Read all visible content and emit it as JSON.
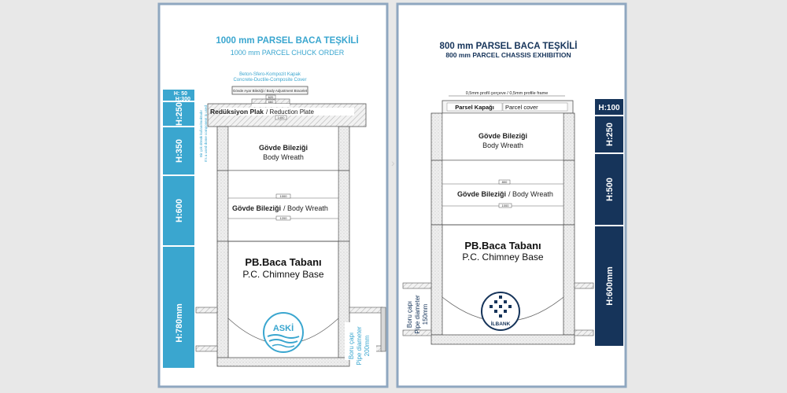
{
  "left": {
    "title": "1000 mm PARSEL BACA TEŞKİLİ",
    "subtitle": "1000 mm PARCEL CHUCK ORDER",
    "cover_label_tr": "Beton-Sfero-Kompozit Kapak",
    "cover_label_en": "Concrete-Ductile-Composite Cover",
    "adjuster_label": "Gövde Ayar Bileziği / Body Adjustment Bracelet",
    "dim_620": "620",
    "dim_660": "660",
    "reduction_plate_label": "Redüksiyon Plak",
    "reduction_plate_en": "/ Reduction Plate",
    "dim_1400": "1400",
    "body_ring_1": "Gövde Bileziği",
    "body_ring_1_en": "Body Wreath",
    "dim_1000": "1000",
    "body_ring_2": "Gövde Bileziği",
    "body_ring_2_en": "/ Body Wreath",
    "dim_1200": "1200",
    "base_tr": "PB.Baca Tabanı",
    "base_en": "P.C. Chimney Base",
    "side_note_tr": "Bir çok dönük kullanılmaktadır",
    "side_note_en": "It's a used dome component is used",
    "pipe_tr": "Boru çapı",
    "pipe_en": "Pipe diameter",
    "pipe_value": "200mm",
    "logo_text": "ASKİ",
    "heights": [
      "H: 50",
      "H:300",
      "H:250",
      "H:350",
      "H:600",
      "H:780mm"
    ],
    "accent_color": "#3aa6cf"
  },
  "right": {
    "title": "800 mm PARSEL BACA TEŞKİLİ",
    "subtitle": "800 mm PARCEL CHASSIS EXHIBITION",
    "frame_label": "0,5mm profil çerçeve / 0,5mm profile frame",
    "cover_tr": "Parsel  Kapağı",
    "cover_en": "Parcel cover",
    "body_ring_1": "Gövde Bileziği",
    "body_ring_1_en": "Body Wreath",
    "dim_800": "800",
    "body_ring_2": "Gövde Bileziği",
    "body_ring_2_en": "/ Body Wreath",
    "dim_1000": "1000",
    "base_tr": "PB.Baca Tabanı",
    "base_en": "P.C. Chimney Base",
    "pipe_tr": "Boru çapı",
    "pipe_en": "Pipe diameter",
    "pipe_value": "150mm",
    "logo_text": "İLBANK",
    "heights": [
      "H:100",
      "H:250",
      "H:500",
      "H:600mm"
    ],
    "accent_color": "#16345a"
  }
}
